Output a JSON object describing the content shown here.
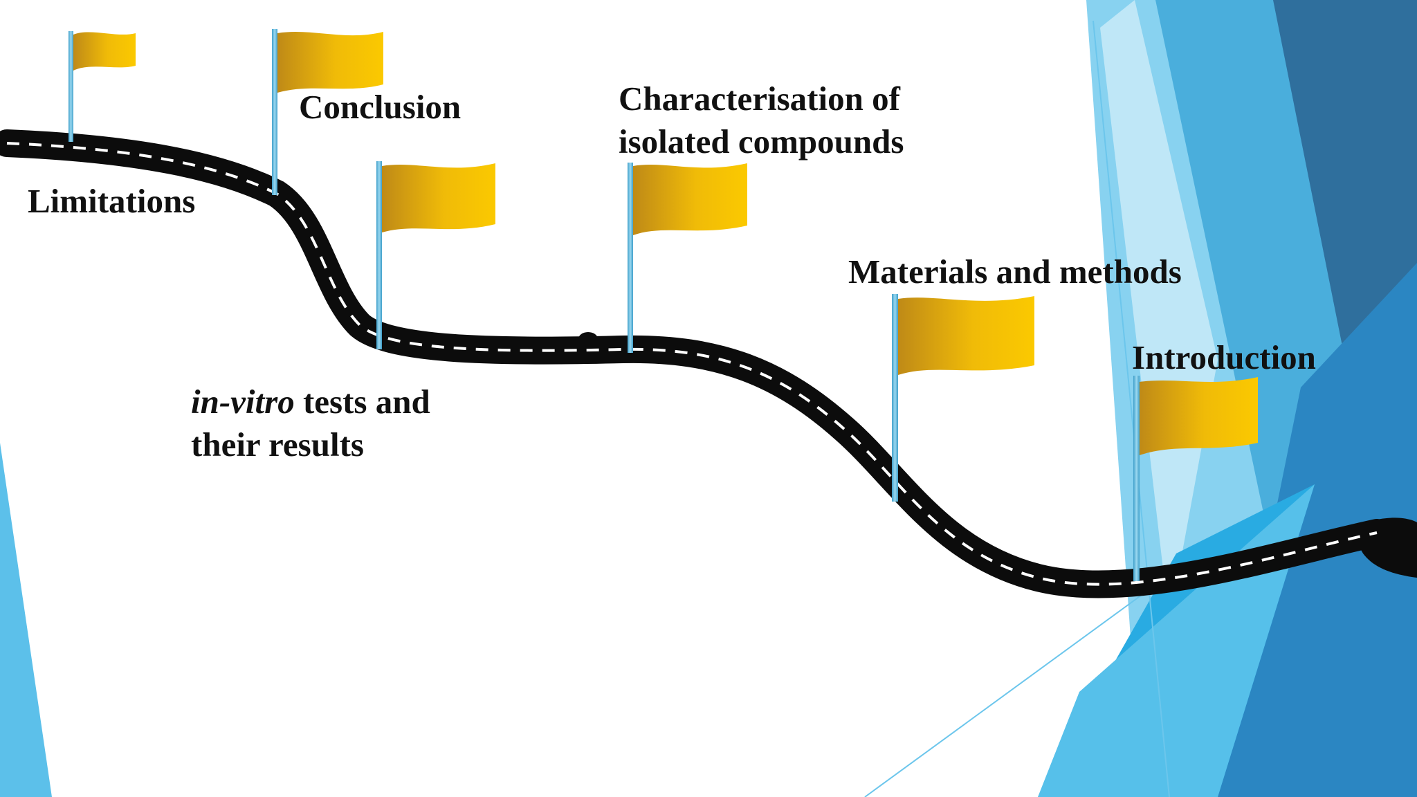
{
  "colors": {
    "road": "#0c0c0c",
    "road_dash": "#ffffff",
    "flag_dark": "#bf8a17",
    "flag_light": "#fbc900",
    "pole": "#5bb9e0",
    "text": "#111111",
    "accent_blue_dark": "#2d6e9e",
    "accent_blue_mid": "#39a8dc",
    "accent_blue_light": "#8fd6f1"
  },
  "milestones": [
    {
      "id": "introduction",
      "label": "Introduction",
      "icon": "flag-icon"
    },
    {
      "id": "materials-and-methods",
      "label": "Materials and methods",
      "icon": "flag-icon"
    },
    {
      "id": "characterisation",
      "label_line1": "Characterisation of",
      "label_line2": "isolated compounds",
      "icon": "flag-icon"
    },
    {
      "id": "in-vitro",
      "label_italic": "in-vitro",
      "label_rest": " tests and",
      "label_line2": "their results",
      "icon": "flag-icon"
    },
    {
      "id": "conclusion",
      "label": "Conclusion",
      "icon": "flag-icon"
    },
    {
      "id": "limitations",
      "label": "Limitations",
      "icon": "flag-icon"
    }
  ]
}
